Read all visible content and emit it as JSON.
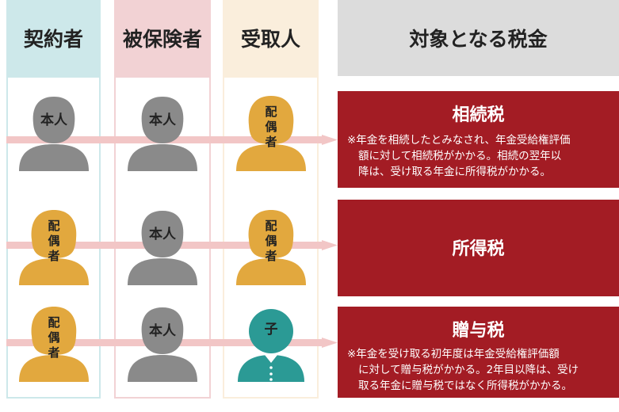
{
  "headers": {
    "contractor": "契約者",
    "insured": "被保険者",
    "recipient": "受取人",
    "tax": "対象となる税金"
  },
  "rows": [
    {
      "contractor": "本人",
      "insured": "本人",
      "recipient": [
        "配",
        "偶",
        "者"
      ],
      "tax_name": "相続税",
      "tax_note": [
        "※年金を相続したとみなされ、年金受給権評価",
        "額に対して相続税がかかる。相続の翌年以",
        "降は、受け取る年金に所得税がかかる。"
      ]
    },
    {
      "contractor": [
        "配",
        "偶",
        "者"
      ],
      "insured": "本人",
      "recipient": [
        "配",
        "偶",
        "者"
      ],
      "tax_name": "所得税",
      "tax_note": []
    },
    {
      "contractor": [
        "配",
        "偶",
        "者"
      ],
      "insured": "本人",
      "recipient": "子",
      "tax_name": "贈与税",
      "tax_note": [
        "※年金を受け取る初年度は年金受給権評価額",
        "に対して贈与税がかかる。2年目以降は、受け",
        "取る年金に贈与税ではなく所得税がかかる。"
      ]
    }
  ],
  "colors": {
    "contractor_header": "#cde8ea",
    "contractor_border": "#cde8ea",
    "insured_header": "#f2d2d4",
    "insured_border": "#f2d2d4",
    "recipient_header": "#faeedc",
    "recipient_border": "#faeedc",
    "tax_header": "#dcdcdc",
    "tax_box": "#a31c24",
    "person_gray": "#8a8a8a",
    "person_orange": "#e2a83e",
    "person_teal": "#2b9a95",
    "arrow": "#f2c6c6"
  }
}
